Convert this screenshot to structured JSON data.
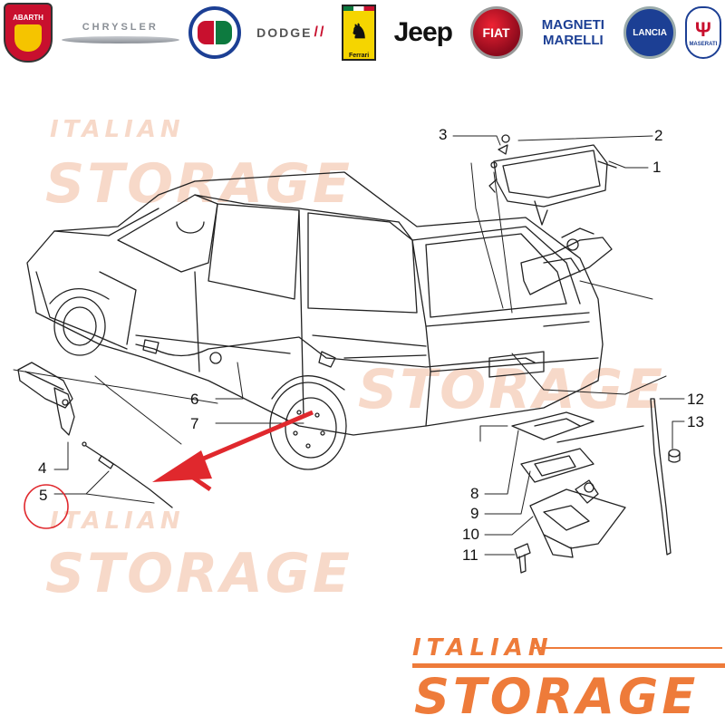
{
  "brands": [
    {
      "name": "ABARTH",
      "icon": "abarth-shield-icon"
    },
    {
      "name": "CHRYSLER",
      "icon": "chrysler-wing-icon"
    },
    {
      "name": "ALFA ROMEO",
      "icon": "alfa-romeo-badge-icon"
    },
    {
      "name": "DODGE",
      "icon": "dodge-stripes-icon"
    },
    {
      "name": "Ferrari",
      "icon": "prancing-horse-icon"
    },
    {
      "name": "Jeep",
      "icon": "jeep-wordmark"
    },
    {
      "name": "FIAT",
      "icon": "fiat-badge-icon"
    },
    {
      "name": "MAGNETI MARELLI",
      "icon": "magneti-marelli-wordmark"
    },
    {
      "name": "LANCIA",
      "icon": "lancia-badge-icon"
    },
    {
      "name": "MASERATI",
      "icon": "maserati-trident-icon"
    }
  ],
  "diagram": {
    "callouts": [
      "1",
      "2",
      "3",
      "4",
      "5",
      "6",
      "7",
      "8",
      "9",
      "10",
      "11",
      "12",
      "13"
    ],
    "highlighted_callout": "5",
    "highlight_color": "#e0282d",
    "arrow_color": "#e0282d"
  },
  "watermark": {
    "top_word": "ITALIAN",
    "main_word": "STORAGE",
    "color": "#ee7b3a"
  }
}
